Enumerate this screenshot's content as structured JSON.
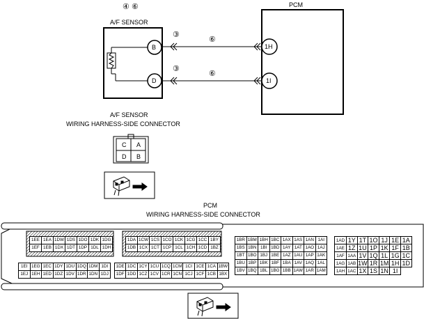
{
  "af_sensor": {
    "title": "A/F SENSOR",
    "step_labels": [
      "④",
      "⑥"
    ],
    "pin_b": "B",
    "pin_d": "D",
    "wire_mark_left": "③",
    "wire_mark_right": "⑥"
  },
  "pcm": {
    "title": "PCM",
    "pin_1h": "1H",
    "pin_1i": "1I"
  },
  "af_connector": {
    "title_line1": "A/F SENSOR",
    "title_line2": "WIRING HARNESS-SIDE CONNECTOR",
    "pins": [
      "C",
      "A",
      "D",
      "B"
    ]
  },
  "pcm_connector": {
    "title_line1": "PCM",
    "title_line2": "WIRING HARNESS-SIDE CONNECTOR",
    "block1_top": [
      [
        "1EE",
        "1EA",
        "1DW",
        "1DS",
        "1DO",
        "1DK",
        "1DG"
      ],
      [
        "1EF",
        "1EB",
        "1DX",
        "1DT",
        "1DP",
        "1DL",
        "1DH"
      ]
    ],
    "block2_top": [
      [
        "1DA",
        "1CW",
        "1CS",
        "1CO",
        "1CK",
        "1CG",
        "1CC",
        "1BY"
      ],
      [
        "1DB",
        "1CX",
        "1CT",
        "1CP",
        "1CL",
        "1CH",
        "1CD",
        "1BZ"
      ]
    ],
    "block1_bottom": [
      [
        "1EI",
        "1EG",
        "1EC",
        "1DY",
        "1DU",
        "1DQ",
        "1DM",
        "1DI"
      ],
      [
        "1EJ",
        "1EH",
        "1ED",
        "1DZ",
        "1DV",
        "1DR",
        "1DN",
        "1DJ"
      ]
    ],
    "block2_bottom": [
      [
        "1DE",
        "1DC",
        "1CY",
        "1CU",
        "1CQ",
        "1CM",
        "1CI",
        "1CE",
        "1CA",
        "1BW"
      ],
      [
        "1DF",
        "1DD",
        "1CZ",
        "1CV",
        "1CR",
        "1CN",
        "1CJ",
        "1CF",
        "1CB",
        "1BX"
      ]
    ],
    "block3": [
      [
        "1BR",
        "1BM",
        "1BH",
        "1BC",
        "1AX",
        "1AS",
        "1AN",
        "1AI"
      ],
      [
        "1BS",
        "1BN",
        "1BI",
        "1BD",
        "1AY",
        "1AT",
        "1AO",
        "1AJ"
      ],
      [
        "1BT",
        "1BO",
        "1BJ",
        "1BE",
        "1AZ",
        "1AU",
        "1AP",
        "1AK"
      ],
      [
        "1BU",
        "1BP",
        "1BK",
        "1BF",
        "1BA",
        "1AV",
        "1AQ",
        "1AL"
      ],
      [
        "1BV",
        "1BQ",
        "1BL",
        "1BG",
        "1BB",
        "1AW",
        "1AR",
        "1AM"
      ]
    ],
    "block4": [
      [
        "1AD",
        "1Y",
        "1T",
        "1O",
        "1J",
        "1E",
        "1A"
      ],
      [
        "1AE",
        "1Z",
        "1U",
        "1P",
        "1K",
        "1F",
        "1B"
      ],
      [
        "1AF",
        "1AA",
        "1V",
        "1Q",
        "1L",
        "1G",
        "1C"
      ],
      [
        "1AG",
        "1AB",
        "1W",
        "1R",
        "1M",
        "1H",
        "1D"
      ],
      [
        "1AH",
        "1AC",
        "1X",
        "1S",
        "1N",
        "1I",
        ""
      ]
    ]
  }
}
